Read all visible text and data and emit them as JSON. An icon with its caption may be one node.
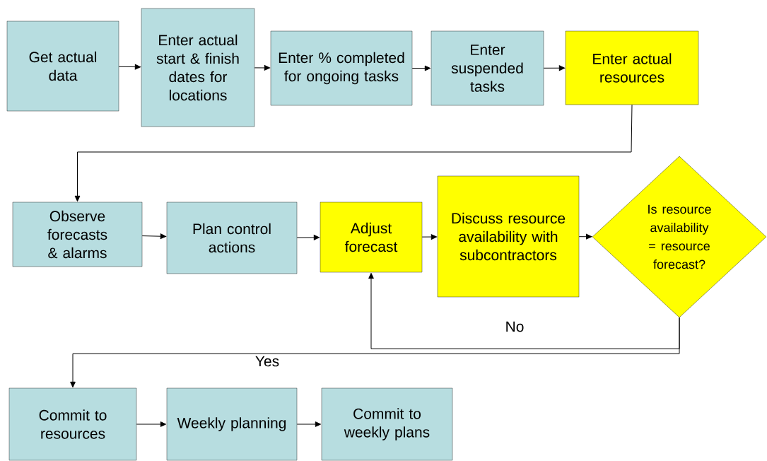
{
  "diagram": {
    "nodes": [
      {
        "text": [
          "Get actual data"
        ]
      },
      {
        "text": [
          "Enter actual start & finish dates for locations"
        ]
      },
      {
        "text": [
          "Enter % completed for ongoing tasks"
        ]
      },
      {
        "text": [
          "Enter suspended tasks"
        ]
      },
      {
        "text": [
          "Enter actual resources"
        ]
      },
      {
        "text": [
          "Observe forecasts & alarms"
        ]
      },
      {
        "text": [
          "Plan control actions"
        ]
      },
      {
        "text": [
          "Adjust forecast"
        ]
      },
      {
        "text": [
          "Discuss resource availability with subcontractors"
        ]
      },
      {
        "text": [
          "Is resource availability = resource forecast?"
        ]
      },
      {
        "text": [
          "Commit to resources"
        ]
      },
      {
        "text": [
          "Weekly planning"
        ]
      },
      {
        "text": [
          "Commit to weekly plans"
        ]
      }
    ],
    "edges": [
      {
        "from": 0,
        "to": 1,
        "arrow": "to"
      },
      {
        "from": 1,
        "to": 2,
        "arrow": "to"
      },
      {
        "from": 2,
        "to": 3,
        "arrow": "to"
      },
      {
        "from": 3,
        "to": 4,
        "arrow": "to"
      },
      {
        "from": 4,
        "to": 5,
        "arrow": "to"
      },
      {
        "from": 5,
        "to": 6,
        "arrow": "to"
      },
      {
        "from": 6,
        "to": 7,
        "arrow": "to"
      },
      {
        "from": 7,
        "to": 8,
        "arrow": "to"
      },
      {
        "from": 8,
        "to": 9,
        "arrow": "to"
      },
      {
        "from": 9,
        "to": 7,
        "arrow": "to",
        "label": "No"
      },
      {
        "from": 9,
        "to": 10,
        "arrow": "to",
        "label": "Yes"
      },
      {
        "from": 10,
        "to": 11,
        "arrow": "to"
      },
      {
        "from": 11,
        "to": 12,
        "arrow": "to"
      }
    ]
  }
}
